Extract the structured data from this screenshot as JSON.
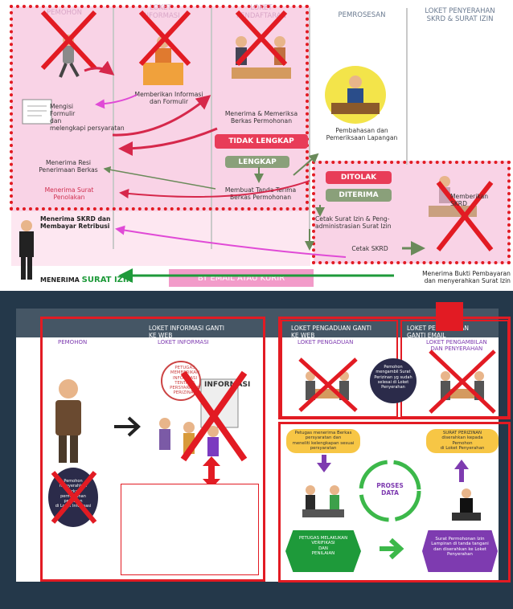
{
  "top": {
    "columns": {
      "pemohon": "PEMOHON",
      "loket_informasi": "LOKET\nINFORMASI",
      "loket_pendaftaran": "LOKET\nPENDAFTARAN",
      "pemrosesan": "PEMROSESAN",
      "loket_penyerahan": "LOKET PENYERAHAN\nSKRD & SURAT IZIN"
    },
    "steps": {
      "mengisi_formulir": "Mengisi\nFormulir\ndan\nmelengkapi persyaratan",
      "memberikan_informasi": "Memberikan Informasi\ndan Formulir",
      "menerima_memeriksa": "Menerima & Memeriksa\nBerkas Permohonan",
      "tidak_lengkap": "TIDAK LENGKAP",
      "lengkap": "LENGKAP",
      "menerima_resi": "Menerima Resi\nPenerimaan Berkas",
      "menerima_surat_penolakan": "Menerima Surat\nPenolakan",
      "membuat_tanda_terima": "Membuat Tanda Terima\nBerkas Permohonan",
      "pembahasan": "Pembahasan dan\nPemeriksaan Lapangan",
      "ditolak": "DITOLAK",
      "diterima": "DITERIMA",
      "cetak_surat_izin": "Cetak Surat Izin & Peng-\nadministrasian Surat Izin",
      "cetak_skrd": "Cetak SKRD",
      "memberikan_skrd": "Memberikan\nSKRD",
      "menerima_skrd": "Menerima SKRD dan\nMembayar Retribusi",
      "menerima_surat_izin_prefix": "MENERIMA ",
      "menerima_surat_izin_emph": "SURAT IZIN",
      "by_email": "BY EMAIL ATAU KURIR",
      "menerima_bukti": "Menerima Bukti Pembayaran\ndan menyerahkan Surat Izin"
    }
  },
  "bottom": {
    "header_informasi": "LOKET INFORMASI GANTI\nKE WEB",
    "header_pengaduan": "LOKET PENGADUAN GANTI\nKE WEB",
    "header_penyerahan": "LOKET PENYERAHAN\nGANTI EMAIL",
    "pemohon": "PEMOHON",
    "loket_informasi": "LOKET INFORMASI",
    "loket_pengaduan": "LOKET PENGADUAN",
    "loket_pengambilan": "LOKET PENGAMBILAN\nDAN PENYERAHAN",
    "informasi_sign": "INFORMASI",
    "petugas_bubble": "PETUGAS\nMEMBERIKAN\nINFORMASI\nTENTANG\nPERSYARATAN\nPERIZINAN",
    "pemohon_bubble": "Pemohon\nmenyerahkan\nberkas\npermohonan\nperizinan\ndi Loket Informasi",
    "pemohon_mengambil": "Pemohon\nmengambil Surat\nPerizinan yg sudah\nselesai di Loket\nPenyerahan",
    "petugas_menerima": "Petugas menerima Berkas\npersyaratan dan\nmeneliti kelengkapan sesuai\npersyaratan",
    "surat_perizinan_diserahkan": "SURAT PERIZINAN\ndiserahkan kepada\nPemohon\ndi Loket Penyerahan",
    "proses_data": "PROSES\nDATA",
    "petugas_verifikasi": "PETUGAS MELAKUKAN\nVERIFIKASI\nDAN\nPENILAIAN",
    "surat_permohonan": "Surat Permohonan Izin\nLampiran di tanda tangani\ndan diserahkan ke Loket\nPenyerahan"
  }
}
